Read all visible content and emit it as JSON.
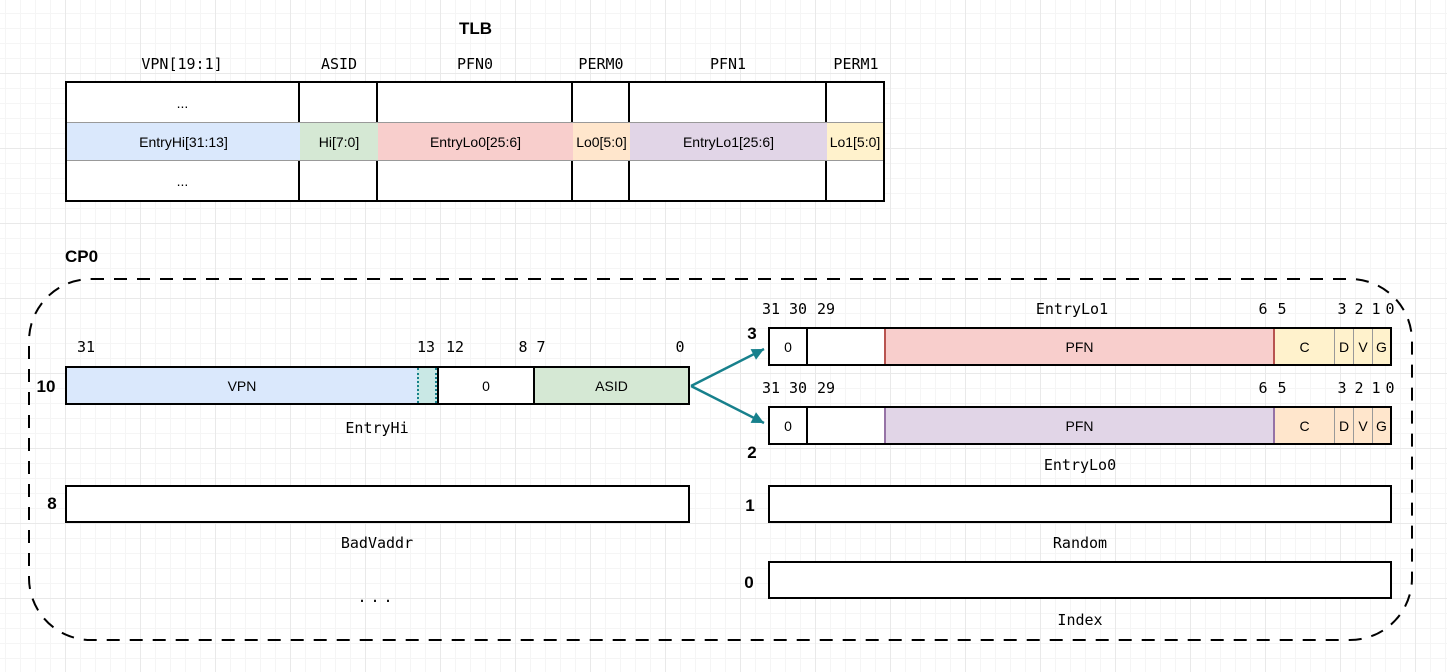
{
  "titles": {
    "tlb": "TLB",
    "cp0": "CP0"
  },
  "tlb": {
    "headers": [
      "VPN[19:1]",
      "ASID",
      "PFN0",
      "PERM0",
      "PFN1",
      "PERM1"
    ],
    "row_top": "...",
    "row_bottom": "...",
    "entry": [
      {
        "label": "EntryHi[31:13]",
        "color": "#DAE8FC"
      },
      {
        "label": "Hi[7:0]",
        "color": "#D5E8D4"
      },
      {
        "label": "EntryLo0[25:6]",
        "color": "#F8CECC"
      },
      {
        "label": "Lo0[5:0]",
        "color": "#FFE6CC"
      },
      {
        "label": "EntryLo1[25:6]",
        "color": "#E1D5E7"
      },
      {
        "label": "Lo1[5:0]",
        "color": "#FFF2CC"
      }
    ]
  },
  "cp0": {
    "entryhi": {
      "reg_num": "10",
      "name": "EntryHi",
      "bits": [
        "31",
        "13",
        "12",
        "8",
        "7",
        "0"
      ],
      "fields": {
        "vpn": "VPN",
        "zero": "0",
        "asid": "ASID"
      }
    },
    "entrylo1": {
      "reg_num": "3",
      "name": "EntryLo1",
      "bits_left": [
        "31",
        "30",
        "29"
      ],
      "bits_right": [
        "6",
        "5",
        "3",
        "2",
        "1",
        "0"
      ],
      "fields": {
        "zero": "0",
        "pfn": "PFN",
        "c": "C",
        "d": "D",
        "v": "V",
        "g": "G"
      }
    },
    "entrylo0": {
      "reg_num": "2",
      "name": "EntryLo0",
      "bits_left": [
        "31",
        "30",
        "29"
      ],
      "bits_right": [
        "6",
        "5",
        "3",
        "2",
        "1",
        "0"
      ],
      "fields": {
        "zero": "0",
        "pfn": "PFN",
        "c": "C",
        "d": "D",
        "v": "V",
        "g": "G"
      }
    },
    "badvaddr": {
      "reg_num": "8",
      "name": "BadVaddr"
    },
    "random": {
      "reg_num": "1",
      "name": "Random"
    },
    "index": {
      "reg_num": "0",
      "name": "Index"
    },
    "ellipsis": "..."
  },
  "colors": {
    "blue": "#DAE8FC",
    "green": "#D5E8D4",
    "red": "#F8CECC",
    "purple": "#E1D5E7",
    "yellow": "#FFF2CC",
    "orange": "#FFE6CC",
    "teal_fill": "#C9E8E5",
    "teal_stroke": "#17808C",
    "red_border": "#B85450",
    "purple_border": "#9673A6",
    "black": "#000000",
    "strip_border": "#999999"
  }
}
